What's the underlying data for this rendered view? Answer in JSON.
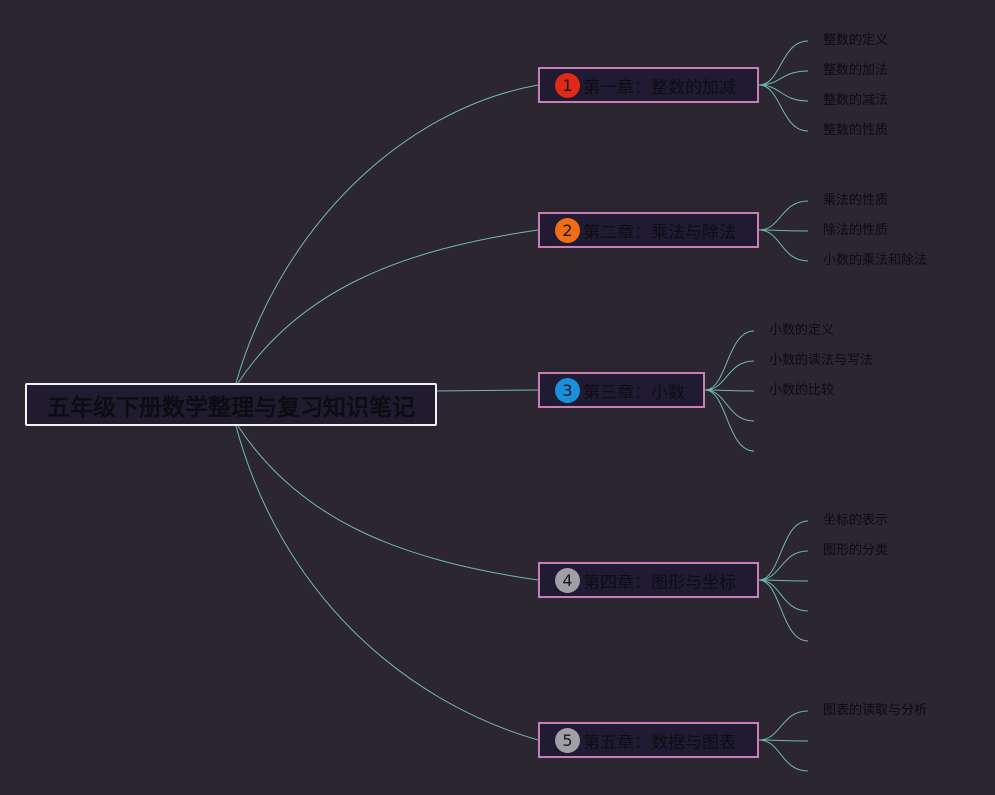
{
  "root": {
    "title": "五年级下册数学整理与复习知识笔记"
  },
  "chapters": [
    {
      "number": "1",
      "label": "第一章：整数的加减",
      "badge_color": "#e02a16",
      "leaves": [
        "整数的定义",
        "整数的加法",
        "整数的减法",
        "整数的性质"
      ]
    },
    {
      "number": "2",
      "label": "第二章：乘法与除法",
      "badge_color": "#ef6d16",
      "leaves": [
        "乘法的性质",
        "除法的性质",
        "小数的乘法和除法"
      ]
    },
    {
      "number": "3",
      "label": "第三章：小数",
      "badge_color": "#1a8fdc",
      "leaves": [
        "小数的定义",
        "小数的读法与写法",
        "小数的比较",
        "",
        ""
      ]
    },
    {
      "number": "4",
      "label": "第四章：图形与坐标",
      "badge_color": "#a0a0a4",
      "leaves": [
        "坐标的表示",
        "图形的分类",
        "",
        "",
        ""
      ]
    },
    {
      "number": "5",
      "label": "第五章：数据与图表",
      "badge_color": "#a0a0a4",
      "leaves": [
        "图表的读取与分析",
        "",
        ""
      ]
    }
  ],
  "colors": {
    "background": "#2c2631",
    "connector": "#6fb8b3",
    "chapter_border": "#c97fb4",
    "root_border": "#f2f2f2"
  }
}
